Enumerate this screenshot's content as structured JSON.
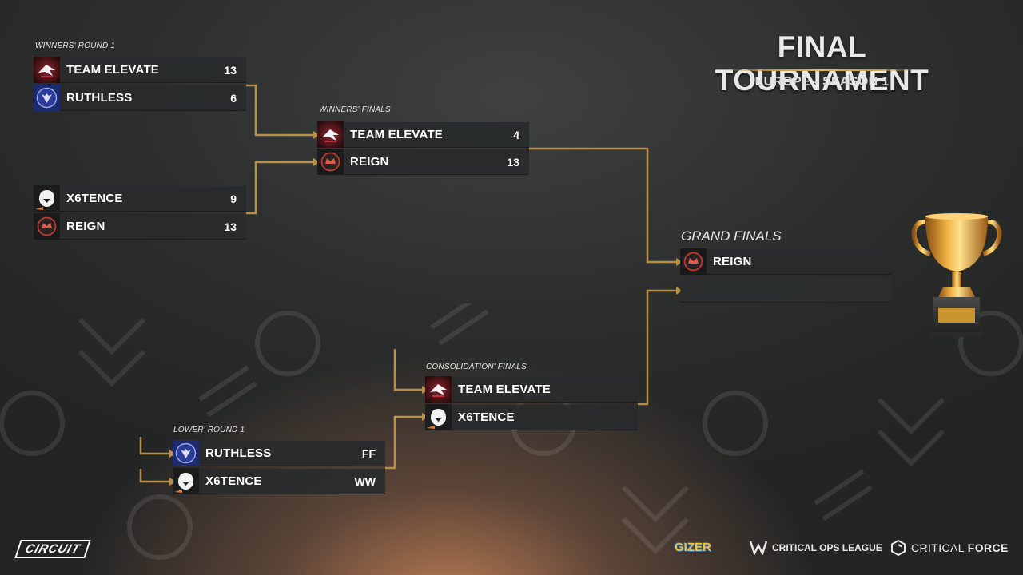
{
  "header": {
    "title": "FINAL TOURNAMENT",
    "subtitle": "EUROPE - SEASON 1"
  },
  "rounds": {
    "winners_r1": "WINNERS' ROUND 1",
    "winners_finals": "WINNERS' FINALS",
    "grand_finals": "GRAND FINALS",
    "consolation_finals": "CONSOLIDATION' FINALS",
    "lower_r1": "LOWER' ROUND 1"
  },
  "matches": {
    "wr1_a": [
      {
        "team": "TEAM ELEVATE",
        "score": "13",
        "logo": "team-elevate-logo"
      },
      {
        "team": "RUTHLESS",
        "score": "6",
        "logo": "ruthless-logo"
      }
    ],
    "wr1_b": [
      {
        "team": "X6TENCE",
        "score": "9",
        "logo": "x6tence-logo"
      },
      {
        "team": "REIGN",
        "score": "13",
        "logo": "reign-logo"
      }
    ],
    "wf": [
      {
        "team": "TEAM ELEVATE",
        "score": "4",
        "logo": "team-elevate-logo"
      },
      {
        "team": "REIGN",
        "score": "13",
        "logo": "reign-logo"
      }
    ],
    "gf": [
      {
        "team": "REIGN",
        "score": "",
        "logo": "reign-logo"
      },
      {
        "team": "",
        "score": ""
      }
    ],
    "cf": [
      {
        "team": "TEAM ELEVATE",
        "score": "",
        "logo": "team-elevate-logo"
      },
      {
        "team": "X6TENCE",
        "score": "",
        "logo": "x6tence-logo"
      }
    ],
    "lr1": [
      {
        "team": "RUTHLESS",
        "score": "FF",
        "logo": "ruthless-logo"
      },
      {
        "team": "X6TENCE",
        "score": "WW",
        "logo": "x6tence-logo"
      }
    ]
  },
  "footer": {
    "circuit": "CIRCUIT",
    "gizer": "GIZER",
    "league": "CRITICAL OPS LEAGUE",
    "critical_force_a": "CRITICAL ",
    "critical_force_b": "FORCE"
  },
  "colors": {
    "connector": "#b8904a",
    "slot": "#2a2c2d",
    "elevate": "#7a1e24",
    "ruthless": "#2a3f8f",
    "reign": "#c0392b",
    "x6tence": "#e07a2f"
  },
  "icons": [
    "trophy-icon",
    "team-elevate-logo",
    "ruthless-logo",
    "reign-logo",
    "x6tence-logo"
  ]
}
